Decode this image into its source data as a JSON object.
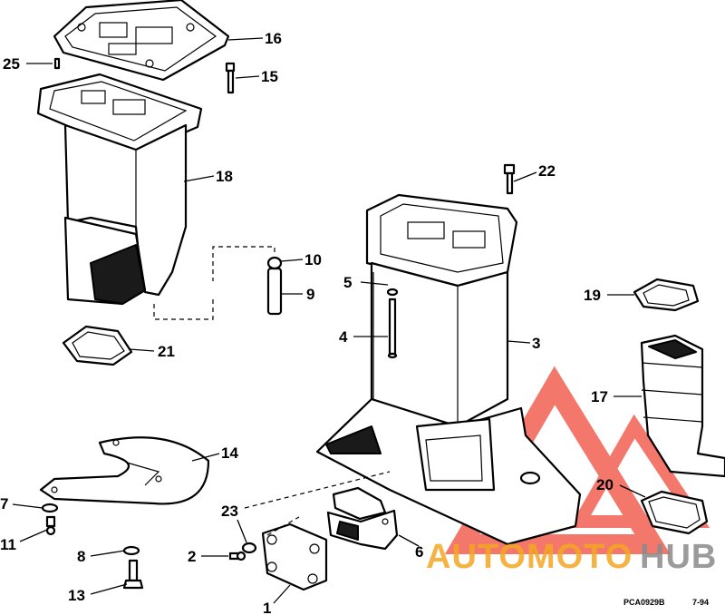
{
  "labels": {
    "l1": "1",
    "l2": "2",
    "l3": "3",
    "l4": "4",
    "l5": "5",
    "l6": "6",
    "l7": "7",
    "l8": "8",
    "l9": "9",
    "l10": "10",
    "l11": "11",
    "l13": "13",
    "l14": "14",
    "l15": "15",
    "l16": "16",
    "l17": "17",
    "l18": "18",
    "l19": "19",
    "l20": "20",
    "l21": "21",
    "l22": "22",
    "l23": "23",
    "l25": "25"
  },
  "watermark": {
    "part1": "AUTOMOTO",
    "part2": "HUB"
  },
  "footer": {
    "code": "PCA0929B",
    "date": "7-94"
  },
  "colors": {
    "watermark_red": "#f04a3a",
    "watermark_orange": "#f4a623",
    "watermark_gray": "#8a8a8a",
    "ink": "#000000"
  }
}
